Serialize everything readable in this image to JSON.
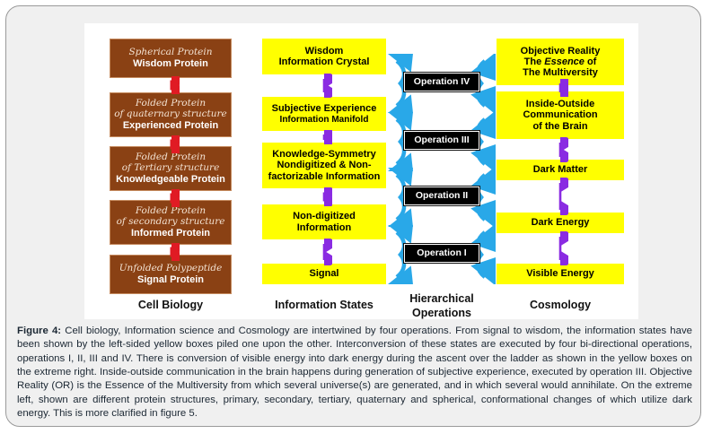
{
  "figure": {
    "columns": [
      {
        "id": "cell-biology",
        "label": "Cell Biology"
      },
      {
        "id": "information-states",
        "label": "Information States"
      },
      {
        "id": "hierarchical-operations",
        "label": "Hierarchical\nOperations",
        "line1": "Hierarchical",
        "line2": "Operations"
      },
      {
        "id": "cosmology",
        "label": "Cosmology"
      }
    ],
    "cell_biology_boxes": [
      {
        "italic": "Spherical Protein",
        "bold": "Wisdom Protein"
      },
      {
        "italic": "Folded Protein",
        "italic2": "of quaternary structure",
        "bold": "Experienced Protein"
      },
      {
        "italic": "Folded Protein",
        "italic2": "of Tertiary structure",
        "bold": "Knowledgeable Protein"
      },
      {
        "italic": "Folded Protein",
        "italic2": "of secondary  structure",
        "bold": "Informed Protein"
      },
      {
        "italic": "Unfolded Polypeptide",
        "bold": "Signal Protein"
      }
    ],
    "information_state_boxes": [
      {
        "lines": [
          "Wisdom",
          "Information Crystal"
        ]
      },
      {
        "lines": [
          "Subjective Experience",
          "Information Manifold"
        ]
      },
      {
        "lines": [
          "Knowledge-Symmetry",
          "Nondigitized & Non-",
          "factorizable Information"
        ]
      },
      {
        "lines": [
          "Non-digitized",
          "Information"
        ]
      },
      {
        "lines": [
          "Signal"
        ]
      }
    ],
    "operations": [
      {
        "label": "Operation IV"
      },
      {
        "label": "Operation III"
      },
      {
        "label": "Operation II"
      },
      {
        "label": "Operation I"
      }
    ],
    "cosmology_boxes": [
      {
        "lines": [
          "Objective Reality",
          "The <em>Essence</em> of",
          "The Multiversity"
        ]
      },
      {
        "lines": [
          "Inside-Outside",
          "Communication",
          "of the Brain"
        ]
      },
      {
        "lines": [
          "Dark Matter"
        ]
      },
      {
        "lines": [
          "Dark Energy"
        ]
      },
      {
        "lines": [
          "Visible Energy"
        ]
      }
    ],
    "colors": {
      "brown_fill": "#8a4114",
      "brown_border": "#c58a5e",
      "yellow_fill": "#ffff00",
      "black_fill": "#000000",
      "red_arrow": "#e01b24",
      "purple_arrow": "#8a2be2",
      "blue_brace": "#29a8e8",
      "canvas": "#ffffff",
      "card": "#f0f0f0"
    }
  },
  "caption": {
    "label": "Figure 4:",
    "text": " Cell biology, Information science and Cosmology are intertwined by four operations. From signal to wisdom, the information states have been shown by the left-sided yellow boxes piled one upon the other. Interconversion of these states are executed by four bi-directional operations, operations I, II, III and IV. There is conversion of visible energy into dark energy during the ascent over the ladder as shown in the yellow boxes on the extreme right. Inside-outside communication in the brain happens during generation of subjective experience, executed by operation III. Objective Reality (OR) is the Essence of the Multiversity from which several universe(s) are generated, and in which several would annihilate. On the extreme left, shown are different protein structures, primary, secondary, tertiary, quaternary and spherical, conformational changes of which utilize dark energy. This is more clarified in figure 5."
  }
}
